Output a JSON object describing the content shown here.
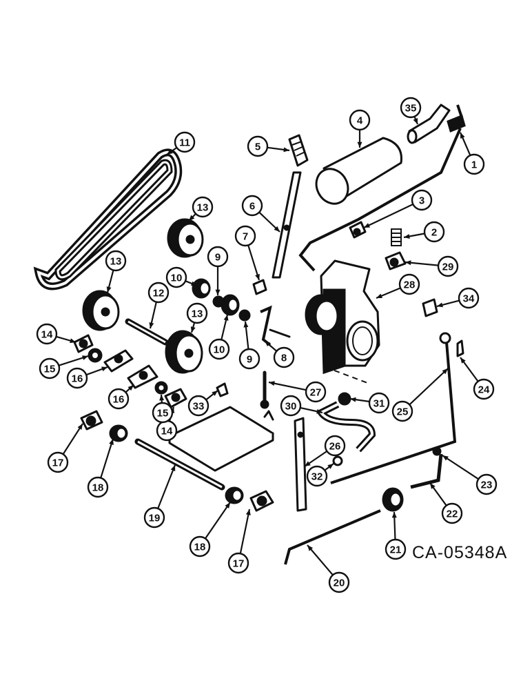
{
  "diagram": {
    "ref_code": "CA-05348A",
    "callouts": [
      {
        "id": "c1",
        "label": "1"
      },
      {
        "id": "c2",
        "label": "2"
      },
      {
        "id": "c3",
        "label": "3"
      },
      {
        "id": "c4",
        "label": "4"
      },
      {
        "id": "c5",
        "label": "5"
      },
      {
        "id": "c6",
        "label": "6"
      },
      {
        "id": "c7",
        "label": "7"
      },
      {
        "id": "c8",
        "label": "8"
      },
      {
        "id": "c9a",
        "label": "9"
      },
      {
        "id": "c9b",
        "label": "9"
      },
      {
        "id": "c10a",
        "label": "10"
      },
      {
        "id": "c10b",
        "label": "10"
      },
      {
        "id": "c11",
        "label": "11"
      },
      {
        "id": "c12",
        "label": "12"
      },
      {
        "id": "c13a",
        "label": "13"
      },
      {
        "id": "c13b",
        "label": "13"
      },
      {
        "id": "c13c",
        "label": "13"
      },
      {
        "id": "c14a",
        "label": "14"
      },
      {
        "id": "c14b",
        "label": "14"
      },
      {
        "id": "c15a",
        "label": "15"
      },
      {
        "id": "c15b",
        "label": "15"
      },
      {
        "id": "c16a",
        "label": "16"
      },
      {
        "id": "c16b",
        "label": "16"
      },
      {
        "id": "c17a",
        "label": "17"
      },
      {
        "id": "c17b",
        "label": "17"
      },
      {
        "id": "c18a",
        "label": "18"
      },
      {
        "id": "c18b",
        "label": "18"
      },
      {
        "id": "c19",
        "label": "19"
      },
      {
        "id": "c20",
        "label": "20"
      },
      {
        "id": "c21",
        "label": "21"
      },
      {
        "id": "c22",
        "label": "22"
      },
      {
        "id": "c23",
        "label": "23"
      },
      {
        "id": "c24",
        "label": "24"
      },
      {
        "id": "c25",
        "label": "25"
      },
      {
        "id": "c26",
        "label": "26"
      },
      {
        "id": "c27",
        "label": "27"
      },
      {
        "id": "c28",
        "label": "28"
      },
      {
        "id": "c29",
        "label": "29"
      },
      {
        "id": "c30",
        "label": "30"
      },
      {
        "id": "c31",
        "label": "31"
      },
      {
        "id": "c32",
        "label": "32"
      },
      {
        "id": "c33",
        "label": "33"
      },
      {
        "id": "c34",
        "label": "34"
      },
      {
        "id": "c35",
        "label": "35"
      }
    ]
  }
}
